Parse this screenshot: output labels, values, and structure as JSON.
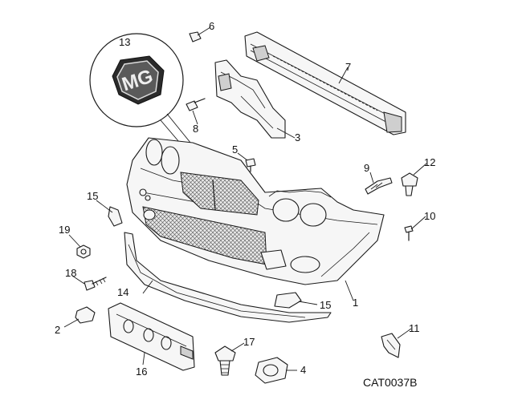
{
  "drawing_code": "CAT0037B",
  "badge_text": "MG",
  "callouts": [
    {
      "id": "c1",
      "label": "1"
    },
    {
      "id": "c2",
      "label": "2"
    },
    {
      "id": "c3",
      "label": "3"
    },
    {
      "id": "c4",
      "label": "4"
    },
    {
      "id": "c5",
      "label": "5"
    },
    {
      "id": "c6",
      "label": "6"
    },
    {
      "id": "c7",
      "label": "7"
    },
    {
      "id": "c8",
      "label": "8"
    },
    {
      "id": "c9",
      "label": "9"
    },
    {
      "id": "c10",
      "label": "10"
    },
    {
      "id": "c11",
      "label": "11"
    },
    {
      "id": "c12",
      "label": "12"
    },
    {
      "id": "c13",
      "label": "13"
    },
    {
      "id": "c14",
      "label": "14"
    },
    {
      "id": "c15a",
      "label": "15"
    },
    {
      "id": "c15b",
      "label": "15"
    },
    {
      "id": "c16",
      "label": "16"
    },
    {
      "id": "c17",
      "label": "17"
    },
    {
      "id": "c18",
      "label": "18"
    },
    {
      "id": "c19",
      "label": "19"
    }
  ]
}
